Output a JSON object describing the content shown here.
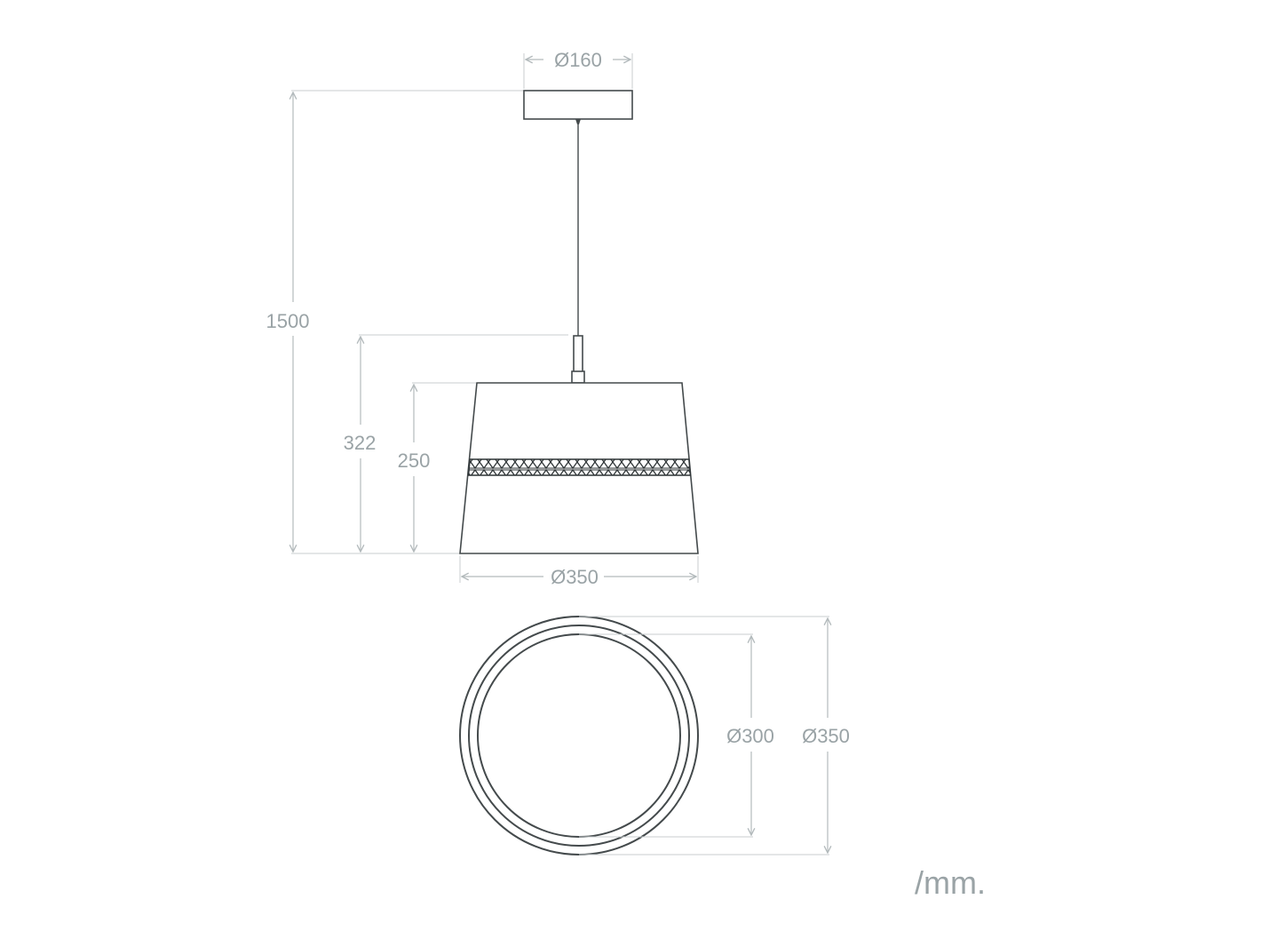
{
  "front_view": {
    "canopy_diameter": "Ø160",
    "total_height": "1500",
    "lamp_height": "322",
    "shade_height": "250",
    "shade_bottom_diameter": "Ø350"
  },
  "top_view": {
    "inner_diameter": "Ø300",
    "outer_diameter": "Ø350"
  },
  "unit": "/mm."
}
